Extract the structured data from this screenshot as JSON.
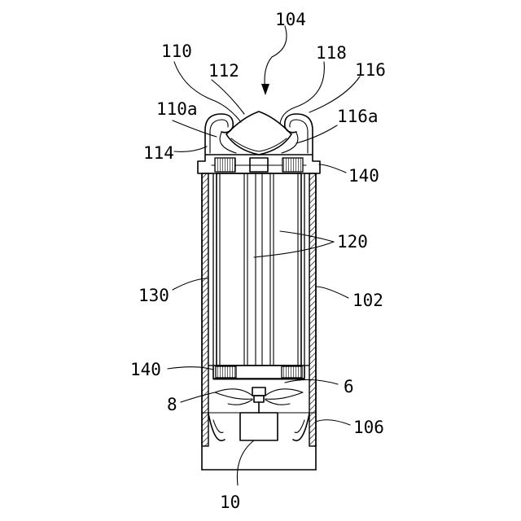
{
  "labels": {
    "ref_104": "104",
    "ref_110": "110",
    "ref_112": "112",
    "ref_118": "118",
    "ref_116": "116",
    "ref_110a": "110a",
    "ref_116a": "116a",
    "ref_114": "114",
    "ref_140_top": "140",
    "ref_120": "120",
    "ref_130": "130",
    "ref_102": "102",
    "ref_140_bottom": "140",
    "ref_6": "6",
    "ref_8": "8",
    "ref_106": "106",
    "ref_10": "10"
  }
}
